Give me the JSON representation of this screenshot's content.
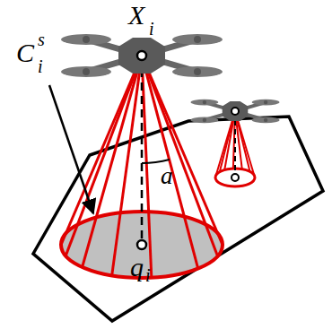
{
  "diagram": {
    "labels": [
      "X",
      "i",
      "C",
      "s",
      "i",
      "a",
      "q",
      "i"
    ]
  }
}
